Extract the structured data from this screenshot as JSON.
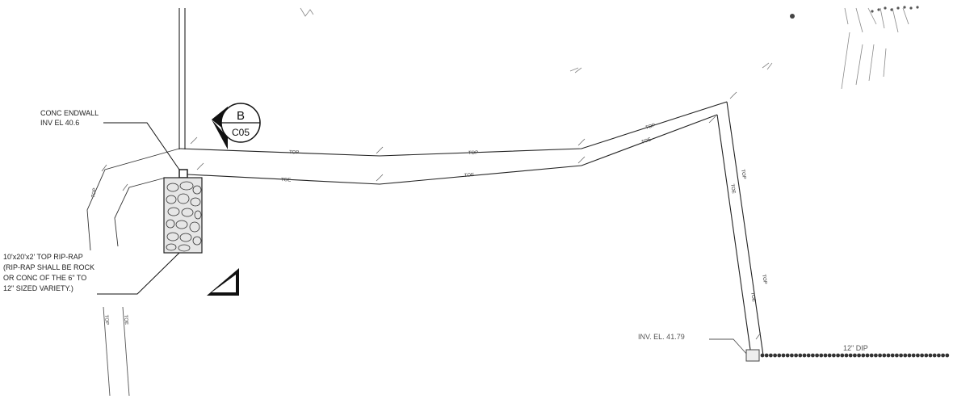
{
  "endwall": {
    "line1": "CONC ENDWALL",
    "line2": "INV EL 40.6"
  },
  "section_marker": {
    "letter": "B",
    "sheet": "C05"
  },
  "riprap": {
    "line1": "10'x20'x2' TOP RIP-RAP",
    "line2": "(RIP-RAP SHALL BE ROCK",
    "line3": "OR CONC OF THE 6\" TO",
    "line4": "12\" SIZED VARIETY.)"
  },
  "invert": {
    "label": "INV. EL. 41.79"
  },
  "pipe": {
    "label": "12\" DIP"
  },
  "ditch": {
    "top_label": "TOP",
    "toe_label": "TOE"
  },
  "colors": {
    "ink": "#1a1a1a",
    "light_ink": "#777777",
    "background": "#ffffff"
  }
}
